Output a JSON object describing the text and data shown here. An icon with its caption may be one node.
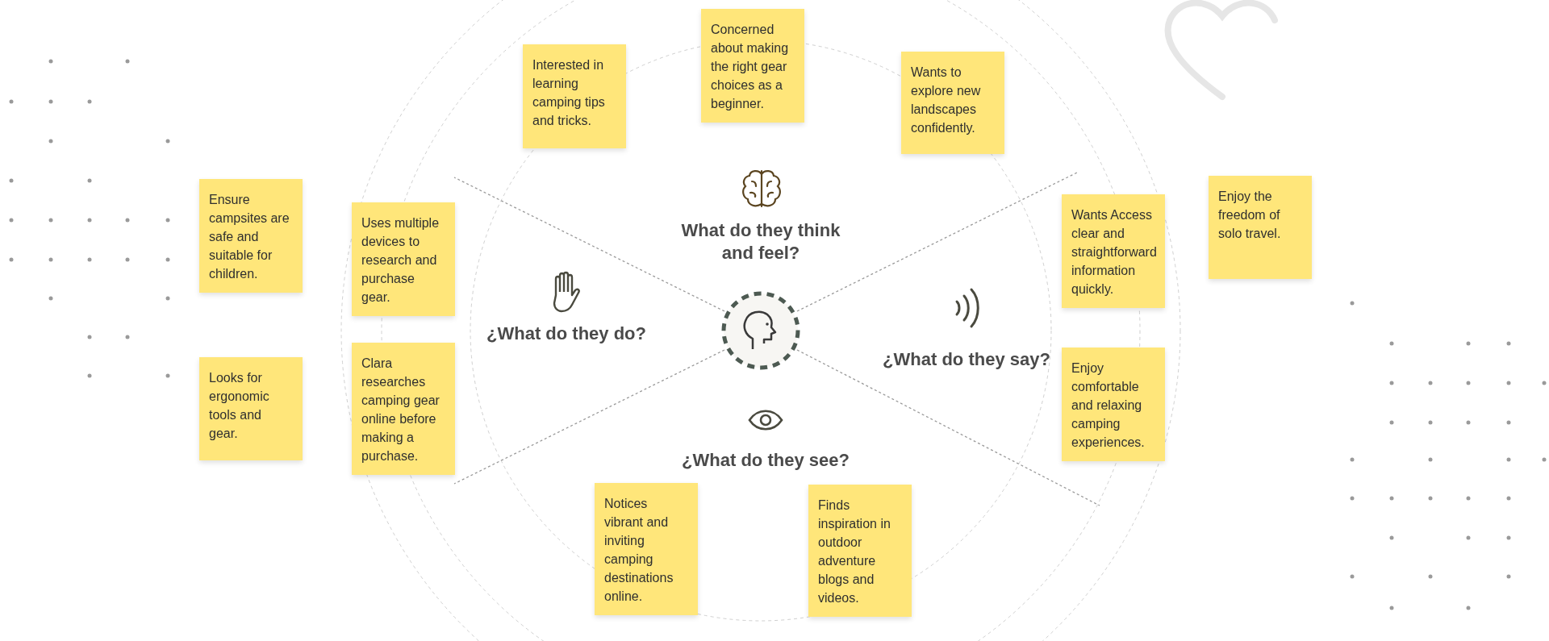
{
  "diagram": {
    "nodes": [
      {
        "text": [
          "Interested in learning camping tips and tricks."
        ]
      },
      {
        "text": [
          "Concerned about making the right gear choices as a beginner."
        ]
      },
      {
        "text": [
          "Wants to explore new landscapes confidently."
        ]
      },
      {
        "text": [
          "Ensure campsites are safe and suitable for children."
        ]
      },
      {
        "text": [
          "Uses multiple devices to research and purchase gear."
        ]
      },
      {
        "text": [
          "Wants Access clear and straightforward information quickly."
        ]
      },
      {
        "text": [
          "Enjoy the freedom of solo travel."
        ]
      },
      {
        "text": [
          "Looks for ergonomic tools and gear."
        ]
      },
      {
        "text": [
          "Clara researches camping gear online before making a purchase."
        ]
      },
      {
        "text": [
          "Enjoy comfortable and relaxing camping experiences."
        ]
      },
      {
        "text": [
          "Notices vibrant and inviting camping destinations online."
        ]
      },
      {
        "text": [
          "Finds inspiration in outdoor adventure blogs and videos."
        ]
      }
    ],
    "edges": [],
    "labels": [
      "What do they think and feel?",
      "¿What do they do?",
      "¿What do they say?",
      "¿What do they see?"
    ]
  }
}
